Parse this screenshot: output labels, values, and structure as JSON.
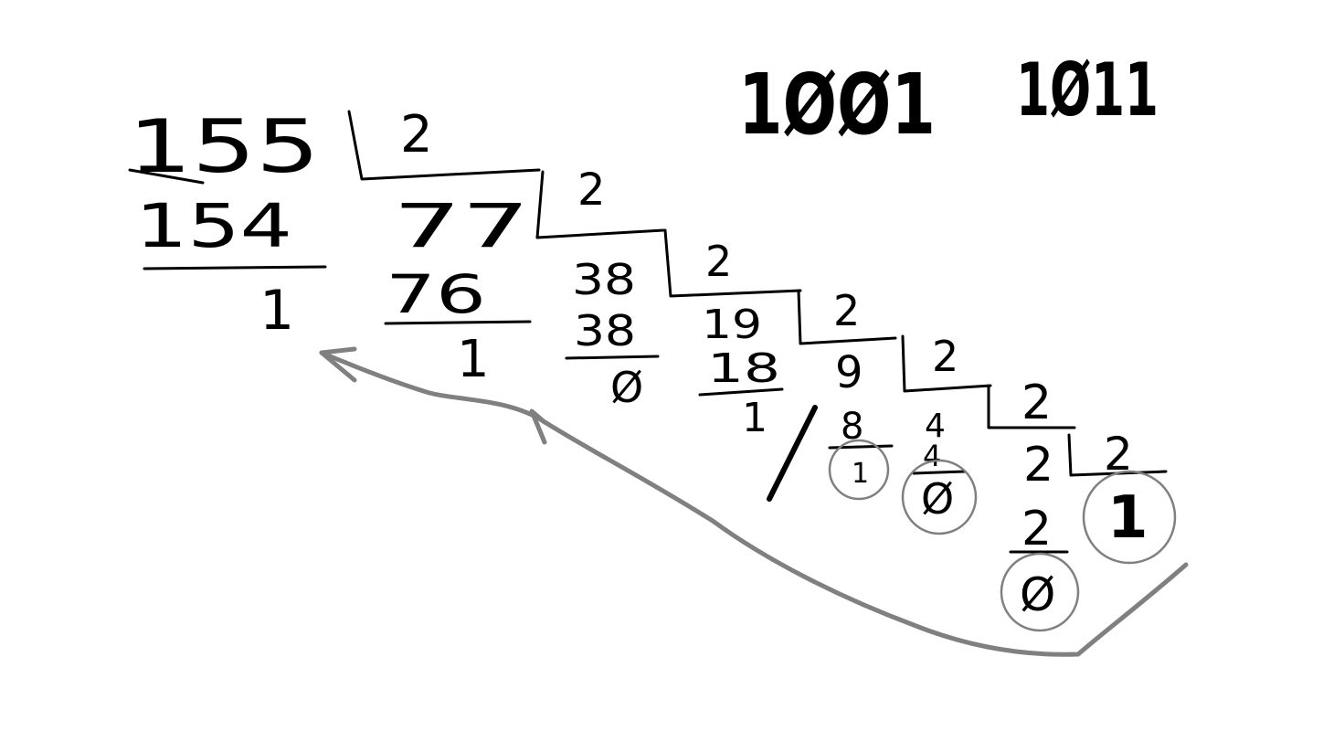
{
  "colors": {
    "ink": "#000000",
    "arrow": "#808080",
    "background": "#ffffff"
  },
  "result": {
    "digits_high": "1ØØ1",
    "digits_low": "1Ø11"
  },
  "steps": [
    {
      "dividend": "155",
      "divisor": "2",
      "product": "154",
      "remainder": "1"
    },
    {
      "dividend": "77",
      "divisor": "2",
      "product": "76",
      "remainder": "1"
    },
    {
      "dividend": "38",
      "divisor": "2",
      "product": "38",
      "remainder": "Ø"
    },
    {
      "dividend": "19",
      "divisor": "2",
      "product": "18",
      "remainder": "1"
    },
    {
      "dividend": "9",
      "divisor": "2",
      "product": "8",
      "remainder": "1"
    },
    {
      "dividend": "4",
      "divisor": "2",
      "product": "4",
      "remainder": "Ø"
    },
    {
      "dividend": "2",
      "divisor": "2",
      "product": "2",
      "remainder": "Ø"
    }
  ],
  "final_quotient": "1"
}
